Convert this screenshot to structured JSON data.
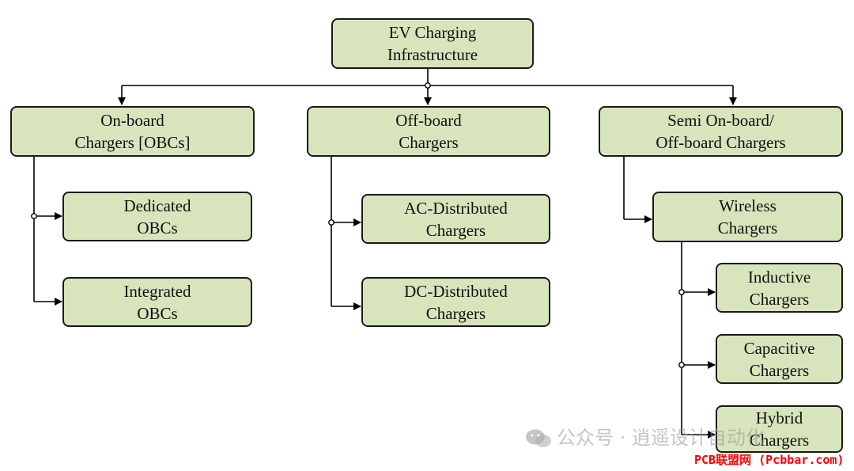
{
  "diagram": {
    "root": "EV Charging\nInfrastructure",
    "on_board": {
      "label": "On-board\nChargers [OBCs]",
      "children": [
        "Dedicated\nOBCs",
        "Integrated\nOBCs"
      ]
    },
    "off_board": {
      "label": "Off-board\nChargers",
      "children": [
        "AC-Distributed\nChargers",
        "DC-Distributed\nChargers"
      ]
    },
    "semi": {
      "label": "Semi On-board/\nOff-board Chargers",
      "child": "Wireless\nChargers",
      "wireless_children": [
        "Inductive\nChargers",
        "Capacitive\nChargers",
        "Hybrid\nChargers"
      ]
    }
  },
  "watermark": {
    "text": "公众号 · 逍遥设计自动化",
    "site": "PCB联盟网 (Pcbbar.com)"
  },
  "colors": {
    "box_fill": "#d8e4bc",
    "box_stroke": "#1a1a1a",
    "connector": "#000000",
    "site_text": "#ff0000"
  }
}
